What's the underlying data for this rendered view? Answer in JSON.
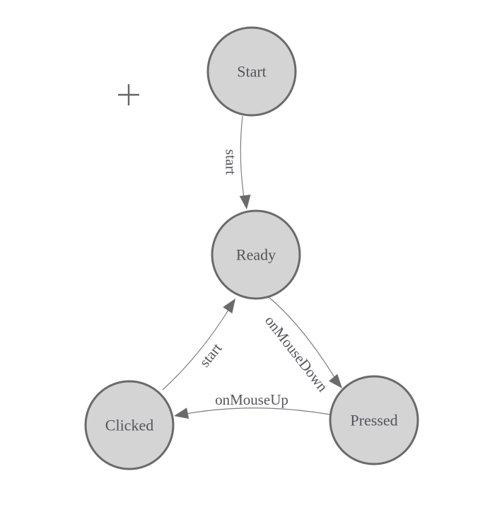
{
  "diagram": {
    "type": "state-machine",
    "nodes": [
      {
        "id": "start",
        "label": "Start",
        "shape": "circle",
        "fill": "#d4d4d4"
      },
      {
        "id": "ready",
        "label": "Ready",
        "shape": "circle",
        "fill": "#d4d4d4"
      },
      {
        "id": "pressed",
        "label": "Pressed",
        "shape": "circle",
        "fill": "#d4d4d4"
      },
      {
        "id": "clicked",
        "label": "Clicked",
        "shape": "circle",
        "fill": "#d4d4d4"
      }
    ],
    "edges": [
      {
        "from": "start",
        "to": "ready",
        "label": "start"
      },
      {
        "from": "ready",
        "to": "pressed",
        "label": "onMouseDown"
      },
      {
        "from": "pressed",
        "to": "clicked",
        "label": "onMouseUp"
      },
      {
        "from": "clicked",
        "to": "ready",
        "label": "start"
      }
    ]
  },
  "icons": {
    "plus_marker": "+"
  },
  "colors": {
    "background": "#ffffff",
    "node_fill": "#d4d4d4",
    "node_stroke": "#6a6a6a",
    "label_text": "#54555a",
    "edge_stroke": "#7d7d7d",
    "arrow_fill": "#6a6a6a",
    "plus_marker": "#666666"
  }
}
